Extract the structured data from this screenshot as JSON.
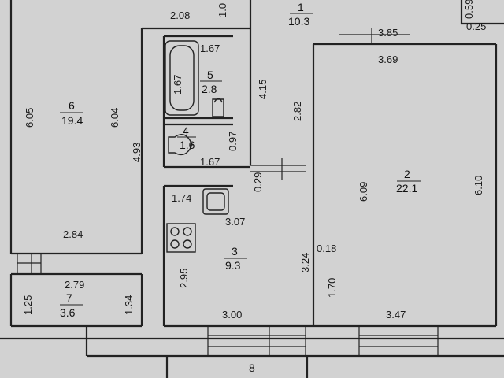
{
  "rooms": [
    {
      "id": "1",
      "area": "10.3"
    },
    {
      "id": "2",
      "area": "22.1"
    },
    {
      "id": "3",
      "area": "9.3"
    },
    {
      "id": "4",
      "area": "1.6"
    },
    {
      "id": "5",
      "area": "2.8"
    },
    {
      "id": "6",
      "area": "19.4"
    },
    {
      "id": "7",
      "area": "3.6"
    },
    {
      "id": "8",
      "area": ""
    }
  ],
  "dimensions": {
    "d_2_08": "2.08",
    "d_1_0_top": "1.0",
    "d_0_59": "0.59",
    "d_0_25": "0.25",
    "d_3_85": "3.85",
    "d_3_69": "3.69",
    "d_1_67_a": "1.67",
    "d_1_67_b": "1.67",
    "d_1_67_c": "1.67",
    "d_4_15": "4.15",
    "d_2_82": "2.82",
    "d_6_05": "6.05",
    "d_6_04": "6.04",
    "d_4_93": "4.93",
    "d_0_97": "0.97",
    "d_0_29": "0.29",
    "d_6_09": "6.09",
    "d_6_10": "6.10",
    "d_1_74": "1.74",
    "d_3_07": "3.07",
    "d_2_84": "2.84",
    "d_2_95": "2.95",
    "d_3_24": "3.24",
    "d_0_18": "0.18",
    "d_1_70": "1.70",
    "d_2_79": "2.79",
    "d_1_25": "1.25",
    "d_1_34": "1.34",
    "d_3_00": "3.00",
    "d_3_47": "3.47"
  }
}
